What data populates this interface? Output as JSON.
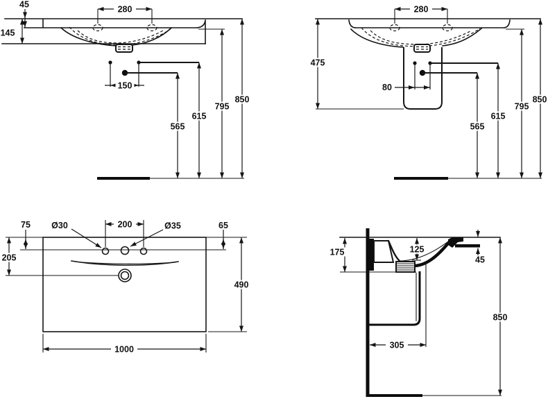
{
  "drawing": {
    "type": "washbasin installation dimension drawing",
    "line_color": "#151515",
    "background": "#ffffff"
  },
  "v1": {
    "d45": "45",
    "d280": "280",
    "d145": "145",
    "d150": "150",
    "d565": "565",
    "d615": "615",
    "d795": "795",
    "d850": "850"
  },
  "v2": {
    "d280": "280",
    "d475": "475",
    "d80": "80",
    "d565": "565",
    "d615": "615",
    "d795": "795",
    "d850": "850"
  },
  "v3": {
    "d75": "75",
    "d30": "Ø30",
    "d200": "200",
    "d35": "Ø35",
    "d65": "65",
    "d205": "205",
    "d490": "490",
    "d1000": "1000"
  },
  "v4": {
    "d175": "175",
    "d125": "125",
    "d45": "45",
    "d305": "305",
    "d850": "850"
  }
}
